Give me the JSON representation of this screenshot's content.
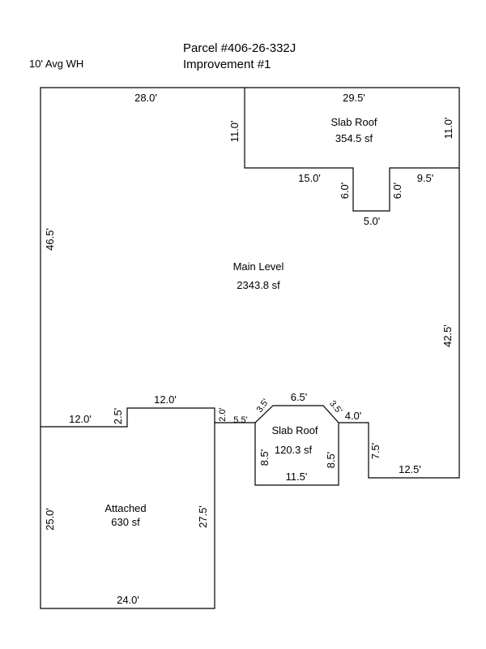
{
  "header": {
    "parcel": "Parcel #406-26-332J",
    "improvement": "Improvement #1",
    "wall_height": "10' Avg WH"
  },
  "areas": {
    "main": {
      "name": "Main Level",
      "area": "2343.8 sf"
    },
    "slab_roof_top": {
      "name": "Slab Roof",
      "area": "354.5 sf"
    },
    "slab_roof_bottom": {
      "name": "Slab Roof",
      "area": "120.3 sf"
    },
    "attached": {
      "name": "Attached",
      "area": "630 sf"
    }
  },
  "dimensions": {
    "main_top_left": "28.0'",
    "main_left": "46.5'",
    "slab_top_left": "11.0'",
    "slab_top": "29.5'",
    "slab_top_right": "11.0'",
    "slab_bottom_left": "15.0'",
    "notch_left": "6.0'",
    "notch_bottom": "5.0'",
    "notch_right": "6.0'",
    "slab_bottom_right": "9.5'",
    "main_right": "42.5'",
    "step_left": "12.0'",
    "step_up": "2.5'",
    "step_top": "12.0'",
    "step_down": "2.0'",
    "to_slab2": "5.5'",
    "slab2_diag_left": "3.5'",
    "slab2_top": "6.5'",
    "slab2_diag_right": "3.5'",
    "slab2_left": "8.5'",
    "slab2_right": "8.5'",
    "slab2_bottom": "11.5'",
    "after_slab2": "4.0'",
    "right_down": "7.5'",
    "bottom_right": "12.5'",
    "attached_left": "25.0'",
    "attached_right": "27.5'",
    "attached_bottom": "24.0'"
  }
}
